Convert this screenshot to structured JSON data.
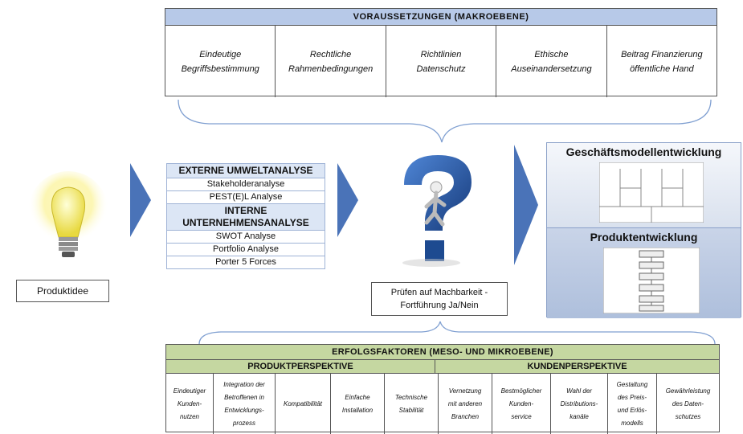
{
  "prerequisites": {
    "title": "VORAUSSETZUNGEN (MAKROEBENE)",
    "items": [
      "Eindeutige\nBegriffsbestimmung",
      "Rechtliche\nRahmenbedingungen",
      "Richtlinien\nDatenschutz",
      "Ethische\nAuseinandersetzung",
      "Beitrag Finanzierung\nöffentliche Hand"
    ]
  },
  "idea": {
    "label": "Produktidee"
  },
  "analysis": {
    "external_title": "EXTERNE UMWELTANALYSE",
    "external_items": [
      "Stakeholderanalyse",
      "PEST(E)L Analyse"
    ],
    "internal_title": "INTERNE UNTERNEHMENSANALYSE",
    "internal_items": [
      "SWOT Analyse",
      "Portfolio Analyse",
      "Porter 5 Forces"
    ]
  },
  "check": {
    "label": "Prüfen auf Machbarkeit - Fortführung Ja/Nein"
  },
  "development": {
    "business_model": "Geschäftsmodellentwicklung",
    "product": "Produktentwicklung"
  },
  "success_factors": {
    "title": "ERFOLGSFAKTOREN (MESO- UND MIKROEBENE)",
    "product_perspective": "PRODUKTPERSPEKTIVE",
    "customer_perspective": "KUNDENPERSPEKTIVE",
    "product_items": [
      "Eindeutiger\nKunden-\nnutzen",
      "Integration der\nBetroffenen in\nEntwicklungs-\nprozess",
      "Kompatibilität",
      "Einfache\nInstallation",
      "Technische\nStabilität"
    ],
    "customer_items": [
      "Vernetzung\nmit anderen\nBranchen",
      "Bestmöglicher\nKunden-\nservice",
      "Wahl der\nDistributions-\nkanäle",
      "Gestaltung\ndes Preis-\nund Erlös-\nmodells",
      "Gewährleistung\ndes Daten-\nschutzes"
    ]
  },
  "colors": {
    "header_blue": "#b7c9e8",
    "arrow_blue": "#4a73b8",
    "header_green": "#c5d7a1"
  }
}
